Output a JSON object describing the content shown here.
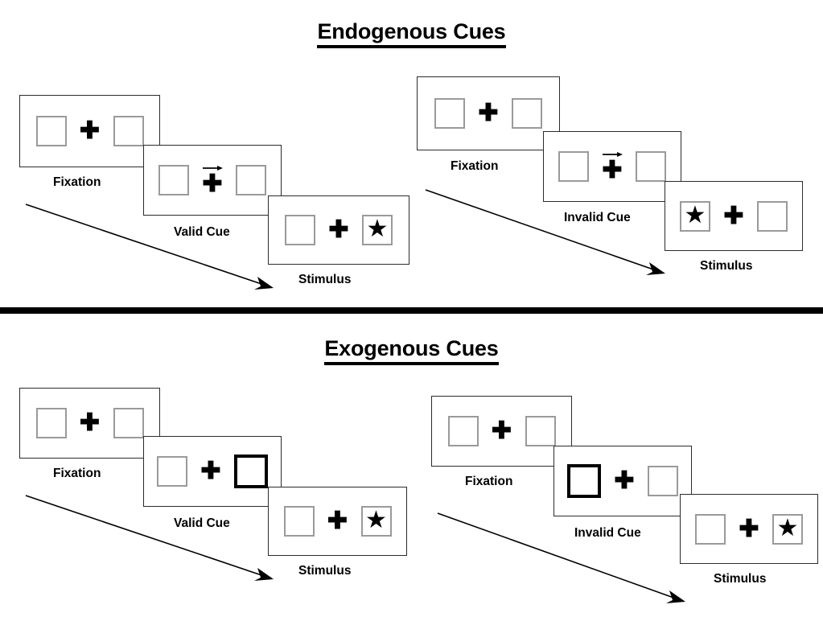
{
  "figure": {
    "background_color": "#ffffff",
    "line_color": "#2b2b2b",
    "box_color": "#9a9a9a",
    "cue_color": "#000000"
  },
  "sections": [
    {
      "id": "endogenous",
      "title": "Endogenous Cues",
      "groups": [
        {
          "id": "endogenous-valid",
          "frames": [
            {
              "caption": "Fixation",
              "left_box": {
                "content": "empty",
                "cued": false
              },
              "right_box": {
                "content": "empty",
                "cued": false
              },
              "center": {
                "plus": "✚",
                "arrow": "none"
              }
            },
            {
              "caption": "Valid Cue",
              "left_box": {
                "content": "empty",
                "cued": false
              },
              "right_box": {
                "content": "empty",
                "cued": false
              },
              "center": {
                "plus": "✚",
                "arrow": "right"
              }
            },
            {
              "caption": "Stimulus",
              "left_box": {
                "content": "empty",
                "cued": false
              },
              "right_box": {
                "content": "star",
                "cued": false,
                "glyph": "★"
              },
              "center": {
                "plus": "✚",
                "arrow": "none"
              }
            }
          ]
        },
        {
          "id": "endogenous-invalid",
          "frames": [
            {
              "caption": "Fixation",
              "left_box": {
                "content": "empty",
                "cued": false
              },
              "right_box": {
                "content": "empty",
                "cued": false
              },
              "center": {
                "plus": "✚",
                "arrow": "none"
              }
            },
            {
              "caption": "Invalid Cue",
              "left_box": {
                "content": "empty",
                "cued": false
              },
              "right_box": {
                "content": "empty",
                "cued": false
              },
              "center": {
                "plus": "✚",
                "arrow": "right"
              }
            },
            {
              "caption": "Stimulus",
              "left_box": {
                "content": "star",
                "cued": false,
                "glyph": "★"
              },
              "right_box": {
                "content": "empty",
                "cued": false
              },
              "center": {
                "plus": "✚",
                "arrow": "none"
              }
            }
          ]
        }
      ]
    },
    {
      "id": "exogenous",
      "title": "Exogenous Cues",
      "groups": [
        {
          "id": "exogenous-valid",
          "frames": [
            {
              "caption": "Fixation",
              "left_box": {
                "content": "empty",
                "cued": false
              },
              "right_box": {
                "content": "empty",
                "cued": false
              },
              "center": {
                "plus": "✚",
                "arrow": "none"
              }
            },
            {
              "caption": "Valid Cue",
              "left_box": {
                "content": "empty",
                "cued": false
              },
              "right_box": {
                "content": "empty",
                "cued": true
              },
              "center": {
                "plus": "✚",
                "arrow": "none"
              }
            },
            {
              "caption": "Stimulus",
              "left_box": {
                "content": "empty",
                "cued": false
              },
              "right_box": {
                "content": "star",
                "cued": false,
                "glyph": "★"
              },
              "center": {
                "plus": "✚",
                "arrow": "none"
              }
            }
          ]
        },
        {
          "id": "exogenous-invalid",
          "frames": [
            {
              "caption": "Fixation",
              "left_box": {
                "content": "empty",
                "cued": false
              },
              "right_box": {
                "content": "empty",
                "cued": false
              },
              "center": {
                "plus": "✚",
                "arrow": "none"
              }
            },
            {
              "caption": "Invalid Cue",
              "left_box": {
                "content": "empty",
                "cued": true
              },
              "right_box": {
                "content": "empty",
                "cued": false
              },
              "center": {
                "plus": "✚",
                "arrow": "none"
              }
            },
            {
              "caption": "Stimulus",
              "left_box": {
                "content": "empty",
                "cued": false
              },
              "right_box": {
                "content": "star",
                "cued": false,
                "glyph": "★"
              },
              "center": {
                "plus": "✚",
                "arrow": "none"
              }
            }
          ]
        }
      ]
    }
  ]
}
